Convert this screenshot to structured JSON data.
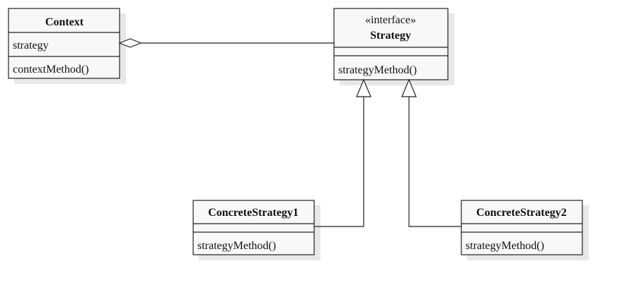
{
  "classes": {
    "context": {
      "name": "Context",
      "attribute": "strategy",
      "method": "contextMethod()"
    },
    "strategy": {
      "stereotype": "«interface»",
      "name": "Strategy",
      "method": "strategyMethod()"
    },
    "concrete1": {
      "name": "ConcreteStrategy1",
      "method": "strategyMethod()"
    },
    "concrete2": {
      "name": "ConcreteStrategy2",
      "method": "strategyMethod()"
    }
  },
  "relationships": [
    {
      "from": "context",
      "to": "strategy",
      "type": "aggregation"
    },
    {
      "from": "concrete1",
      "to": "strategy",
      "type": "realization"
    },
    {
      "from": "concrete2",
      "to": "strategy",
      "type": "realization"
    }
  ]
}
